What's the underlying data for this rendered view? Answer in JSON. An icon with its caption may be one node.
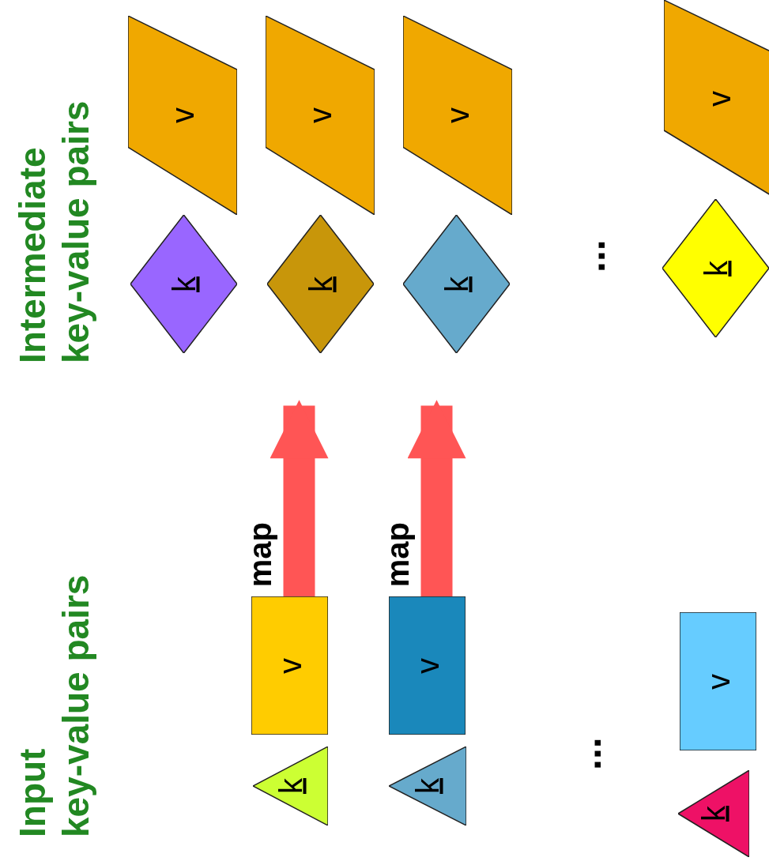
{
  "diagram": {
    "nodes": [
      {
        "text": [
          "k"
        ]
      },
      {
        "text": [
          "v"
        ]
      },
      {
        "text": [
          "k"
        ]
      },
      {
        "text": [
          "v"
        ]
      },
      {
        "text": [
          "k"
        ]
      },
      {
        "text": [
          "v"
        ]
      },
      {
        "text": [
          "k"
        ]
      },
      {
        "text": [
          "v"
        ]
      },
      {
        "text": [
          "k"
        ]
      },
      {
        "text": [
          "v"
        ]
      },
      {
        "text": [
          "k"
        ]
      },
      {
        "text": [
          "v"
        ]
      },
      {
        "text": [
          "k"
        ]
      },
      {
        "text": [
          "v"
        ]
      }
    ],
    "edges": [
      {
        "from": 9,
        "to": 2,
        "arrow": "to",
        "label": "map"
      },
      {
        "from": 11,
        "to": 4,
        "arrow": "to",
        "label": "map"
      }
    ],
    "labels": [
      "Intermediate key-value pairs",
      "...",
      "Input key-value pairs",
      "..."
    ]
  }
}
